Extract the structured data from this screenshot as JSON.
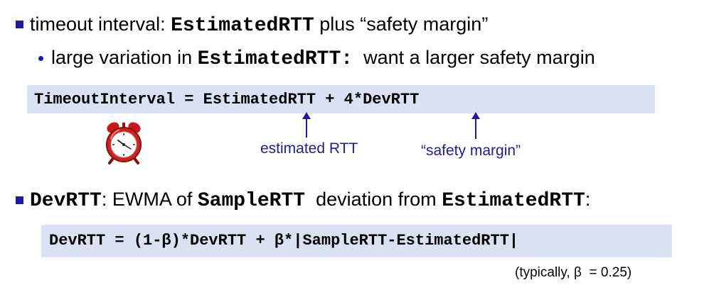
{
  "bullet1": {
    "prefix": "timeout interval: ",
    "term": "EstimatedRTT",
    "suffix": " plus “safety margin”"
  },
  "bullet2": {
    "prefix": "large variation in ",
    "term": "EstimatedRTT:",
    "suffix": "  want a larger safety margin"
  },
  "formula1": {
    "text": "TimeoutInterval = EstimatedRTT + 4*DevRTT"
  },
  "annotations": {
    "estimated": "estimated RTT",
    "safety": "“safety margin”"
  },
  "clock_icon": "alarm-clock-icon",
  "bullet3": {
    "term": "DevRTT",
    "middle": ": EWMA of ",
    "term2": "SampleRTT",
    "middle2": "  deviation from ",
    "term3": "EstimatedRTT",
    "suffix": ":"
  },
  "formula2": {
    "text": "DevRTT = (1-β)*DevRTT + β*|SampleRTT-EstimatedRTT|"
  },
  "note": "(typically, β  = 0.25)",
  "colors": {
    "bullet": "#1a1aa6",
    "annotation": "#1c1ca0",
    "formula_bg": "#d9e1f2",
    "clock_red": "#d42020"
  }
}
